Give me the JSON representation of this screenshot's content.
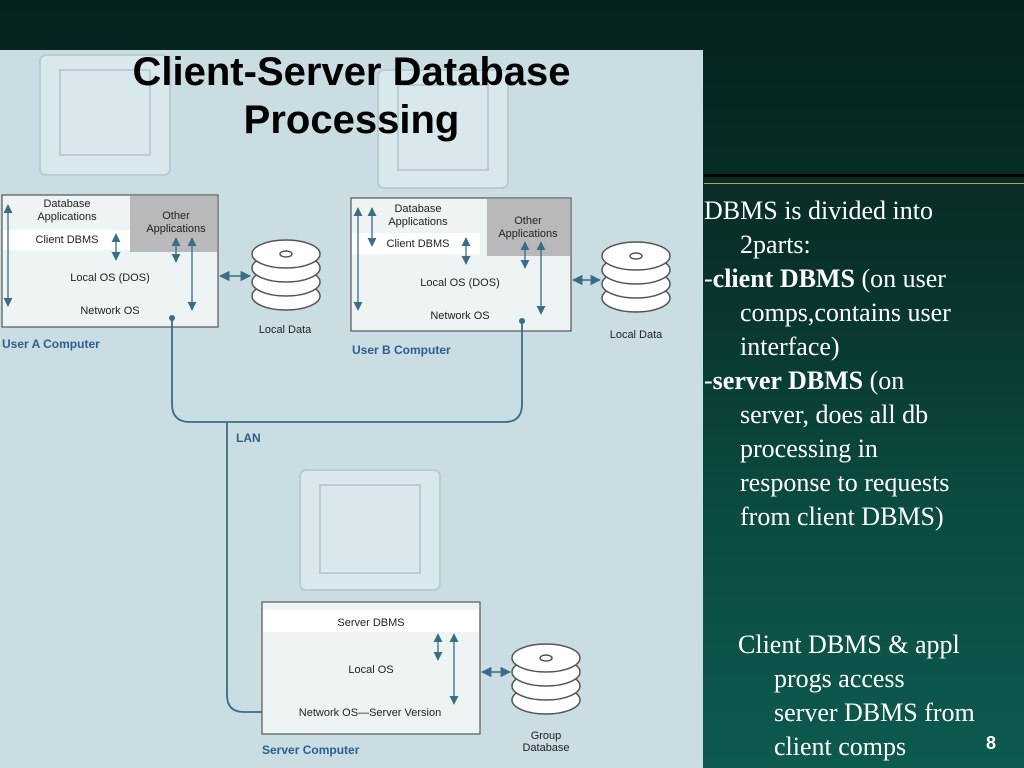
{
  "slide": {
    "title_line1": "Client-Server Database",
    "title_line2": "Processing",
    "slide_number": "8"
  },
  "diagram": {
    "user_a": {
      "label": "User A Computer",
      "database_applications_1": "Database",
      "database_applications_2": "Applications",
      "other_applications_1": "Other",
      "other_applications_2": "Applications",
      "client_dbms": "Client DBMS",
      "local_os": "Local OS (DOS)",
      "network_os": "Network OS",
      "local_data": "Local Data"
    },
    "user_b": {
      "label": "User B Computer",
      "database_applications_1": "Database",
      "database_applications_2": "Applications",
      "other_applications_1": "Other",
      "other_applications_2": "Applications",
      "client_dbms": "Client DBMS",
      "local_os": "Local OS (DOS)",
      "network_os": "Network OS",
      "local_data": "Local Data"
    },
    "lan_label": "LAN",
    "server": {
      "label": "Server Computer",
      "server_dbms": "Server DBMS",
      "local_os": "Local OS",
      "network_os": "Network OS—Server Version",
      "group_database_1": "Group",
      "group_database_2": "Database"
    }
  },
  "bullets": {
    "b1_line1": "DBMS is divided into",
    "b1_line2": "2parts:",
    "b2_prefix": "-",
    "b2_bold": "client DBMS",
    "b2_rest": " (on user",
    "b2_line2": "comps,contains user",
    "b2_line3": "interface)",
    "b3_prefix": "-",
    "b3_bold": "server DBMS",
    "b3_rest": " (on",
    "b3_line2": "server, does all db",
    "b3_line3": "processing in",
    "b3_line4": "response to requests",
    "b3_line5": "from client DBMS)"
  },
  "note": {
    "line1": "Client DBMS & appl",
    "line2": "progs access",
    "line3": "server DBMS from",
    "line4": "client comps"
  }
}
